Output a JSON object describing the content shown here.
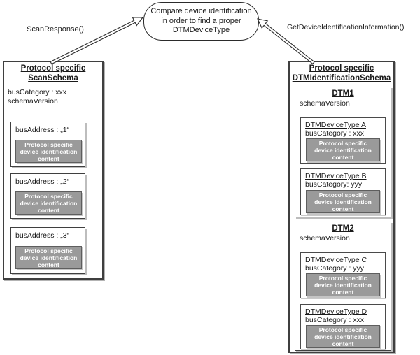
{
  "note": {
    "line1": "Compare device identification",
    "line2": "in order to find a proper",
    "line3": "DTMDeviceType"
  },
  "labels": {
    "scan_response": "ScanResponse()",
    "get_device_identification": "GetDeviceIdentificationInformation()"
  },
  "content_box": {
    "line1": "Protocol specific",
    "line2": "device identification",
    "line3": "content"
  },
  "scan_schema": {
    "title1": "Protocol specific",
    "title2": "ScanSchema",
    "field1": "busCategory : xxx",
    "field2": "schemaVersion",
    "entries": [
      {
        "label": "busAddress : „1“"
      },
      {
        "label": "busAddress : „2“"
      },
      {
        "label": "busAddress : „3“"
      }
    ]
  },
  "dtm_schema": {
    "title1": "Protocol specific",
    "title2": "DTMIdentificationSchema",
    "dtms": [
      {
        "title": "DTM1",
        "field": "schemaVersion",
        "types": [
          {
            "name": "DTMDeviceType A",
            "bus": "busCategory : xxx"
          },
          {
            "name": "DTMDeviceType B",
            "bus": "busCategory: yyy"
          }
        ]
      },
      {
        "title": "DTM2",
        "field": "schemaVersion",
        "types": [
          {
            "name": "DTMDeviceType C",
            "bus": "busCategory : yyy"
          },
          {
            "name": "DTMDeviceType D",
            "bus": "busCategory : xxx"
          }
        ]
      }
    ]
  },
  "colors": {
    "gray_fill": "#9a9a9a",
    "gray_border": "#5e5e5e",
    "box_border": "#3f3f3f",
    "shadow": "#b3b3b3",
    "background": "#ffffff"
  }
}
